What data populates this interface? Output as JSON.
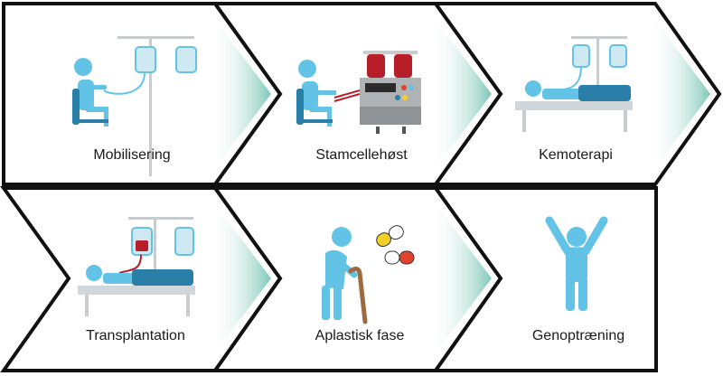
{
  "colors": {
    "outline": "#111111",
    "figure": "#63c3e6",
    "bed_blue": "#2a7fa8",
    "bed_frame": "#d0d7dc",
    "stand": "#c9ccce",
    "bag": "#cfe9f2",
    "blood": "#b81e2a",
    "chevron_gradient_start": "#ffffff",
    "chevron_gradient_end": "#7fc8b8",
    "machine": "#b0b3b6",
    "cane": "#9c6b3f",
    "pill_yellow": "#f2d027",
    "pill_red": "#e2432c"
  },
  "steps": [
    {
      "label": "Mobilisering",
      "icon": "seated-iv-icon"
    },
    {
      "label": "Stamcellehøst",
      "icon": "apheresis-machine-icon"
    },
    {
      "label": "Kemoterapi",
      "icon": "bed-iv-icon"
    },
    {
      "label": "Transplantation",
      "icon": "bed-blood-transfusion-icon"
    },
    {
      "label": "Aplastisk fase",
      "icon": "elderly-cane-pills-icon"
    },
    {
      "label": "Genoptræning",
      "icon": "arms-raised-person-icon"
    }
  ]
}
